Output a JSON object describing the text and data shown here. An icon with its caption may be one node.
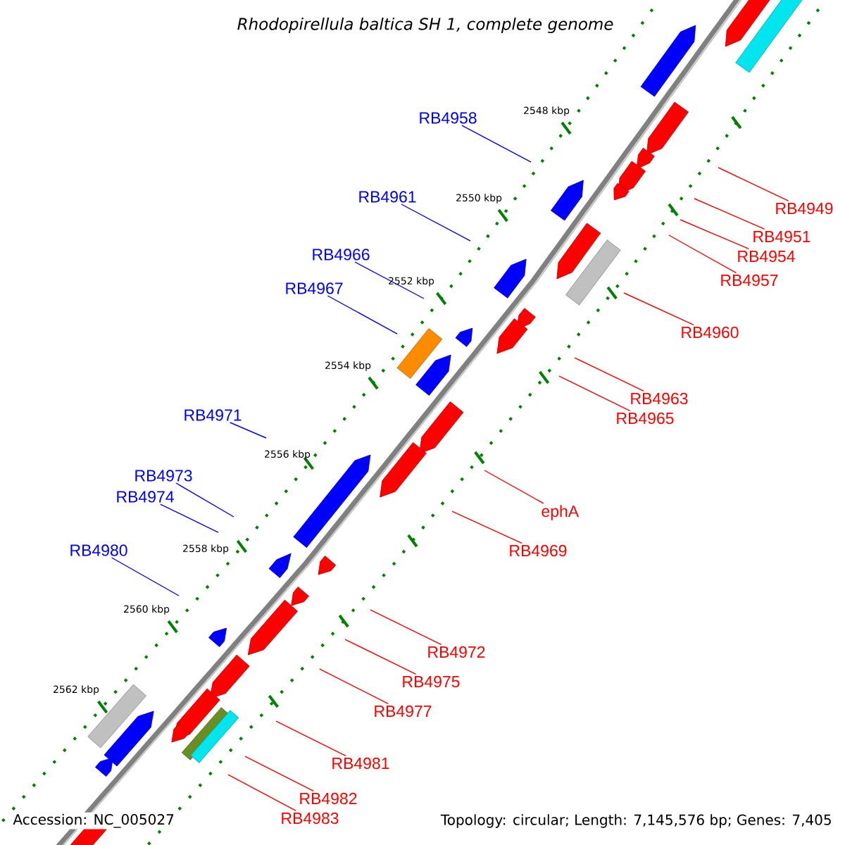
{
  "diagram": {
    "title": "Rhodopirellula baltica SH 1, complete genome",
    "nodes": [
      {
        "text": [
          "RB4958"
        ]
      },
      {
        "text": [
          "RB4961"
        ]
      },
      {
        "text": [
          "RB4949"
        ]
      },
      {
        "text": [
          "RB4951"
        ]
      },
      {
        "text": [
          "RB4966"
        ]
      },
      {
        "text": [
          "RB4954"
        ]
      },
      {
        "text": [
          "RB4957"
        ]
      },
      {
        "text": [
          "RB4967"
        ]
      },
      {
        "text": [
          "RB4960"
        ]
      },
      {
        "text": [
          "RB4963"
        ]
      },
      {
        "text": [
          "RB4971"
        ]
      },
      {
        "text": [
          "RB4965"
        ]
      },
      {
        "text": [
          "RB4973"
        ]
      },
      {
        "text": [
          "RB4974"
        ]
      },
      {
        "text": [
          "ephA"
        ]
      },
      {
        "text": [
          "RB4980"
        ]
      },
      {
        "text": [
          "RB4969"
        ]
      },
      {
        "text": [
          "RB4972"
        ]
      },
      {
        "text": [
          "RB4975"
        ]
      },
      {
        "text": [
          "RB4977"
        ]
      },
      {
        "text": [
          "RB4981"
        ]
      },
      {
        "text": [
          "RB4982"
        ]
      },
      {
        "text": [
          "RB4983"
        ]
      }
    ],
    "edges": [
      {
        "from": 0,
        "to": null,
        "arrow": "none",
        "color": "#0000ff"
      },
      {
        "from": 1,
        "to": null,
        "arrow": "none",
        "color": "#0000ff"
      },
      {
        "from": 2,
        "to": null,
        "arrow": "none"
      },
      {
        "from": 3,
        "to": null,
        "arrow": "none"
      },
      {
        "from": 4,
        "to": null,
        "arrow": "none",
        "color": "#0000ff"
      },
      {
        "from": 5,
        "to": null,
        "arrow": "none"
      },
      {
        "from": 6,
        "to": null,
        "arrow": "none"
      },
      {
        "from": 7,
        "to": null,
        "arrow": "none",
        "color": "#0000ff"
      },
      {
        "from": 8,
        "to": null,
        "arrow": "none"
      },
      {
        "from": 9,
        "to": null,
        "arrow": "none"
      },
      {
        "from": 10,
        "to": null,
        "arrow": "none",
        "color": "#0000ff"
      },
      {
        "from": 11,
        "to": null,
        "arrow": "none"
      },
      {
        "from": 12,
        "to": null,
        "arrow": "none",
        "color": "#0000ff"
      },
      {
        "from": 13,
        "to": null,
        "arrow": "none",
        "color": "#0000ff"
      },
      {
        "from": 14,
        "to": null,
        "arrow": "none"
      },
      {
        "from": 15,
        "to": null,
        "arrow": "none",
        "color": "#0000ff"
      },
      {
        "from": 16,
        "to": null,
        "arrow": "none"
      },
      {
        "from": 17,
        "to": null,
        "arrow": "none"
      },
      {
        "from": 18,
        "to": null,
        "arrow": "none"
      },
      {
        "from": 19,
        "to": null,
        "arrow": "none"
      },
      {
        "from": 20,
        "to": null,
        "arrow": "none"
      },
      {
        "from": 21,
        "to": null,
        "arrow": "none"
      },
      {
        "from": 22,
        "to": null,
        "arrow": "none"
      }
    ],
    "labels": [
      "2548 kbp",
      "2550 kbp",
      "2552 kbp",
      "2554 kbp",
      "2556 kbp",
      "2558 kbp",
      "2560 kbp",
      "2562 kbp",
      "Accession: NC_005027",
      "Topology: circular; Length: 7,145,576 bp; Genes: 7,405"
    ]
  }
}
